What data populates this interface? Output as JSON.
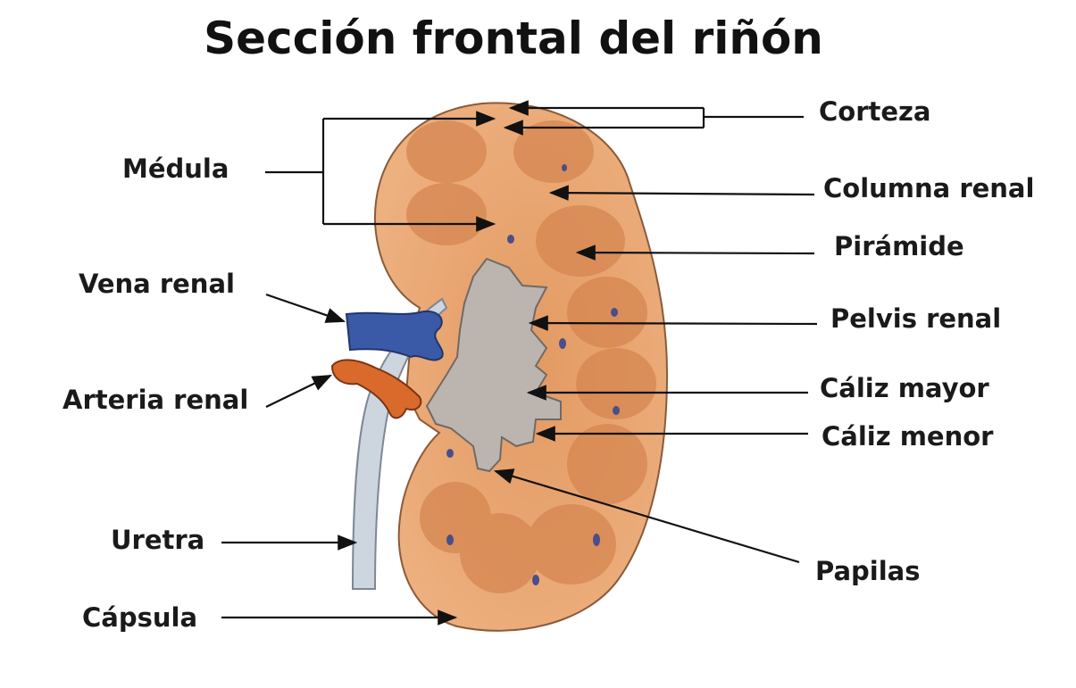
{
  "title": "Sección frontal del riñón",
  "labels": {
    "corteza": "Corteza",
    "medula": "Médula",
    "columna_renal": "Columna renal",
    "piramide": "Pirámide",
    "vena_renal": "Vena renal",
    "pelvis_renal": "Pelvis renal",
    "arteria_renal": "Arteria renal",
    "caliz_mayor": "Cáliz mayor",
    "caliz_menor": "Cáliz menor",
    "uretra": "Uretra",
    "papilas": "Papilas",
    "capsula": "Cápsula"
  },
  "colors": {
    "cortex": "#e8a36e",
    "pyramid": "#d8894f",
    "pelvis": "#b8b2ad",
    "vein": "#3a5aa8",
    "artery": "#d96a2c",
    "ureter": "#c9d2dc"
  }
}
